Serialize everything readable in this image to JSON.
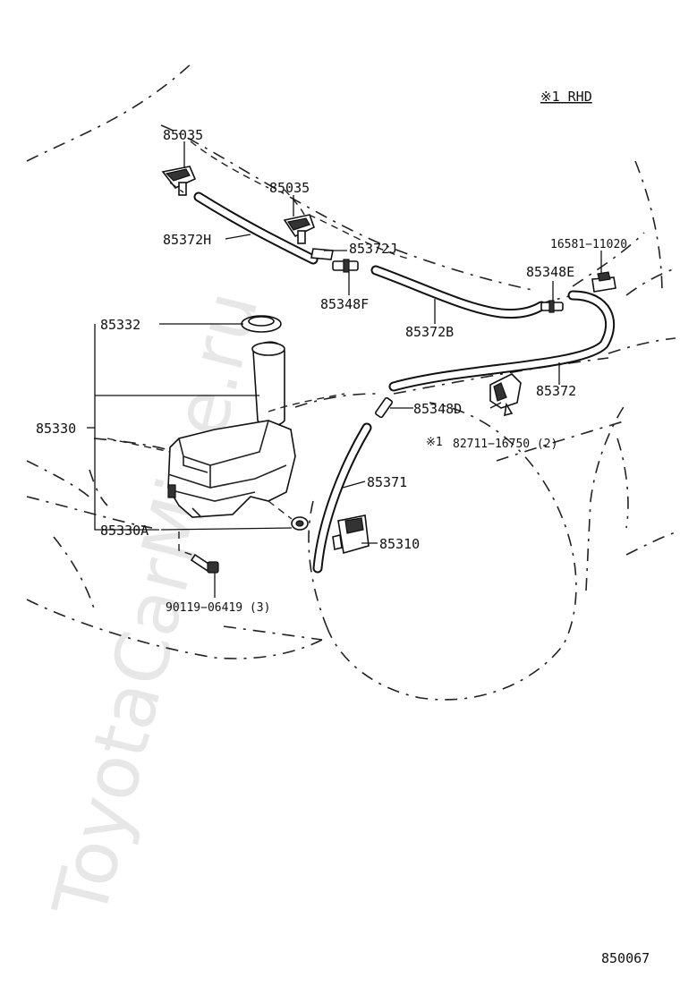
{
  "diagram": {
    "note": "※1 RHD",
    "figure_number": "850067",
    "watermark": "ToyotaCarMine.ru",
    "labels": {
      "p85035_a": "85035",
      "p85035_b": "85035",
      "p85372H": "85372H",
      "p85372J": "85372J",
      "p85348F": "85348F",
      "p85372B": "85372B",
      "p16581": "16581−11020",
      "p85348E": "85348E",
      "p85372": "85372",
      "p85332": "85332",
      "p85330": "85330",
      "p85348D": "85348D",
      "star1": "※1",
      "p82711": "82711−16750 (2)",
      "p85371": "85371",
      "p85330A": "85330A",
      "p85310": "85310",
      "p90119": "90119−06419 (3)"
    }
  }
}
